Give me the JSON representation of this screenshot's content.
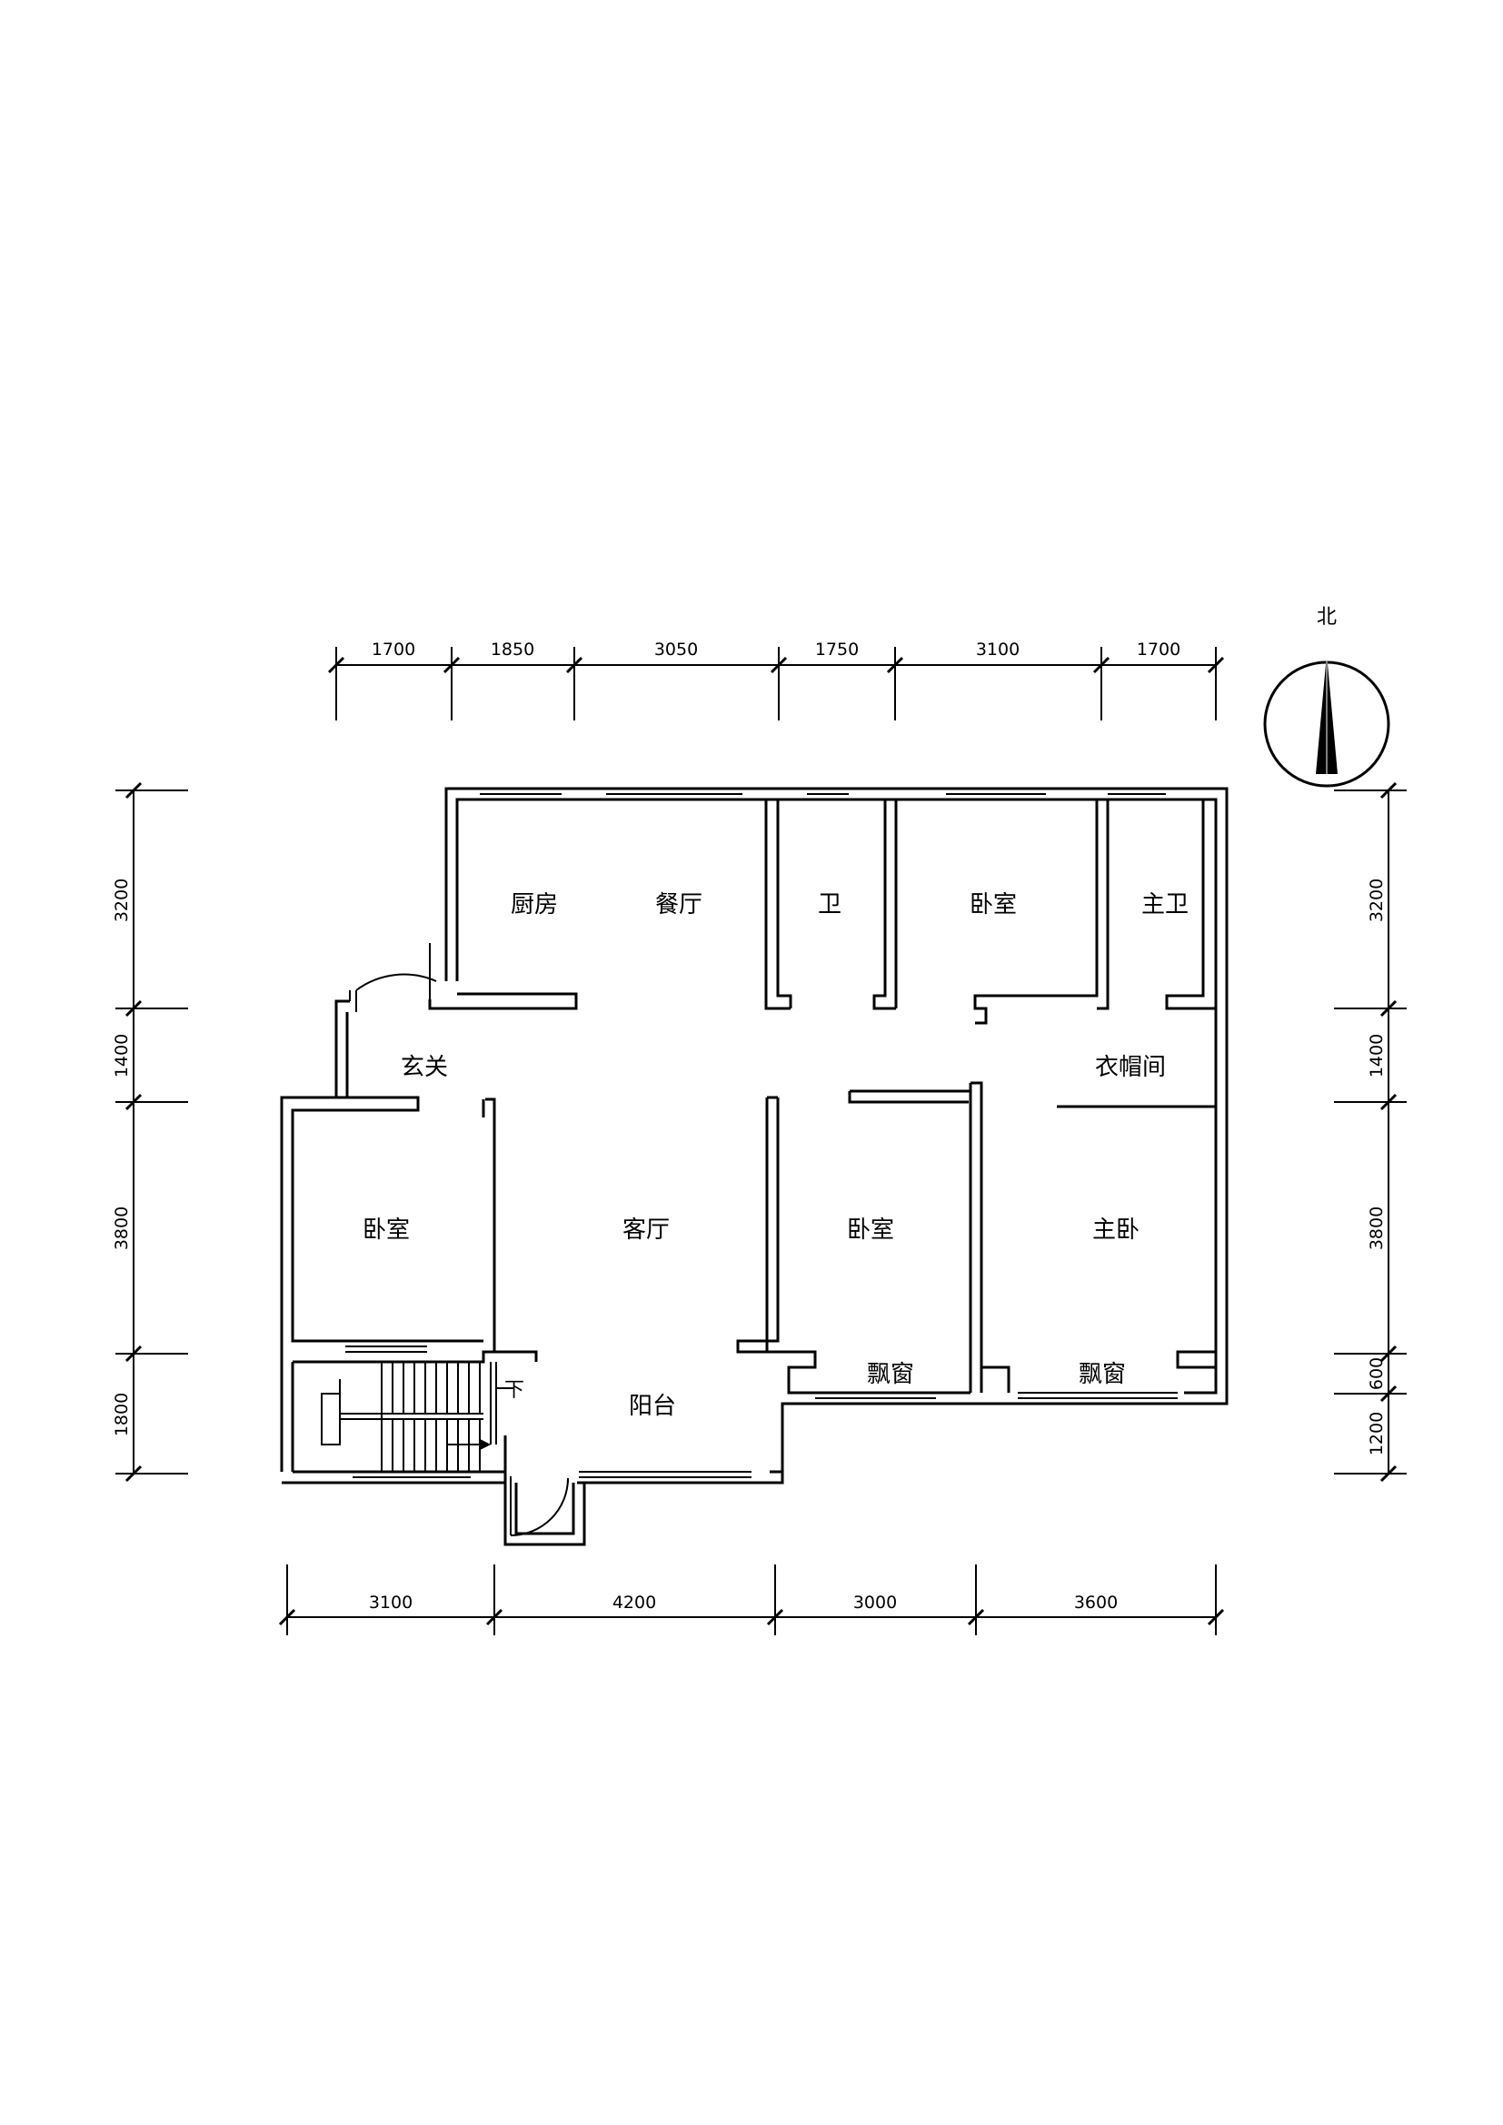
{
  "north_label": "北",
  "stair_direction": "下",
  "rooms": {
    "kitchen": "厨房",
    "dining": "餐厅",
    "bath": "卫",
    "bedroom_north": "卧室",
    "master_bath": "主卫",
    "entry": "玄关",
    "closet": "衣帽间",
    "bedroom_west": "卧室",
    "living": "客厅",
    "bedroom_middle": "卧室",
    "master_bedroom": "主卧",
    "balcony": "阳台",
    "bay_window_1": "飘窗",
    "bay_window_2": "飘窗"
  },
  "dimensions": {
    "top": [
      "1700",
      "1850",
      "3050",
      "1750",
      "3100",
      "1700"
    ],
    "bottom": [
      "3100",
      "4200",
      "3000",
      "3600"
    ],
    "left": [
      "3200",
      "1400",
      "3800",
      "1800"
    ],
    "right": [
      "3200",
      "1400",
      "3800",
      "600",
      "1200"
    ]
  }
}
